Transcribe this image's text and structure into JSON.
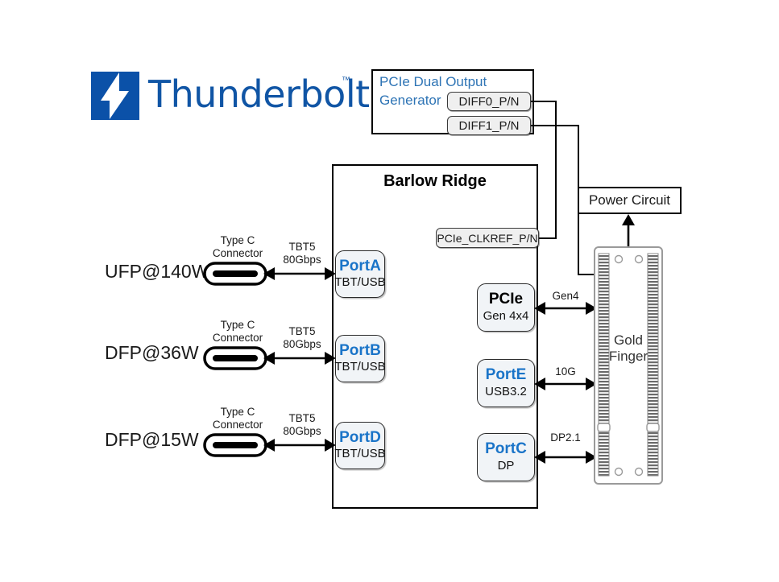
{
  "logo": {
    "wordmark": "Thunderbolt",
    "trademark": "™",
    "mark_color": "#0b51a8"
  },
  "generator": {
    "title_line1": "PCIe Dual Output",
    "title_line2": "Generator",
    "outputs": [
      {
        "label": "DIFF0_P/N"
      },
      {
        "label": "DIFF1_P/N"
      }
    ]
  },
  "chip": {
    "title": "Barlow Ridge",
    "clkref_label": "PCIe_CLKREF_P/N",
    "left_ports": [
      {
        "name": "PortA",
        "sub": "TBT/USB"
      },
      {
        "name": "PortB",
        "sub": "TBT/USB"
      },
      {
        "name": "PortD",
        "sub": "TBT/USB"
      }
    ],
    "right_ports": [
      {
        "name": "PCIe",
        "sub": "Gen 4x4",
        "name_color": "black"
      },
      {
        "name": "PortE",
        "sub": "USB3.2",
        "name_color": "blue"
      },
      {
        "name": "PortC",
        "sub": "DP",
        "name_color": "blue"
      }
    ]
  },
  "left_rows": [
    {
      "power_label": "UFP@140W",
      "connector_line1": "Type C",
      "connector_line2": "Connector",
      "link_line1": "TBT5",
      "link_line2": "80Gbps"
    },
    {
      "power_label": "DFP@36W",
      "connector_line1": "Type C",
      "connector_line2": "Connector",
      "link_line1": "TBT5",
      "link_line2": "80Gbps"
    },
    {
      "power_label": "DFP@15W",
      "connector_line1": "Type C",
      "connector_line2": "Connector",
      "link_line1": "TBT5",
      "link_line2": "80Gbps"
    }
  ],
  "right_links": [
    {
      "label": "Gen4"
    },
    {
      "label": "10G"
    },
    {
      "label": "DP2.1"
    }
  ],
  "power_circuit": {
    "label": "Power Circuit"
  },
  "gold_finger": {
    "line1": "Gold",
    "line2": "Finger"
  }
}
